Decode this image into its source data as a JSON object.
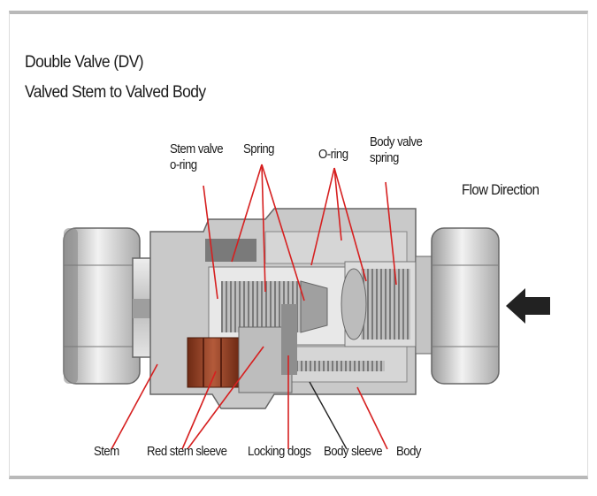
{
  "diagram": {
    "title_line1": "Double Valve (DV)",
    "title_line2": "Valved Stem to Valved Body",
    "labels": {
      "stem_valve_oring_1": "Stem valve",
      "stem_valve_oring_2": "o-ring",
      "spring": "Spring",
      "o_ring": "O-ring",
      "body_valve_spring_1": "Body valve",
      "body_valve_spring_2": "spring",
      "flow_direction": "Flow Direction",
      "stem": "Stem",
      "red_stem_sleeve": "Red stem sleeve",
      "locking_dogs": "Locking dogs",
      "body_sleeve": "Body sleeve",
      "body": "Body"
    },
    "colors": {
      "leader_line": "#d62020",
      "metal_light": "#d9d9d9",
      "metal_dark": "#8c8c8c",
      "sleeve_red": "#8a3a22",
      "arrow": "#222222"
    }
  }
}
